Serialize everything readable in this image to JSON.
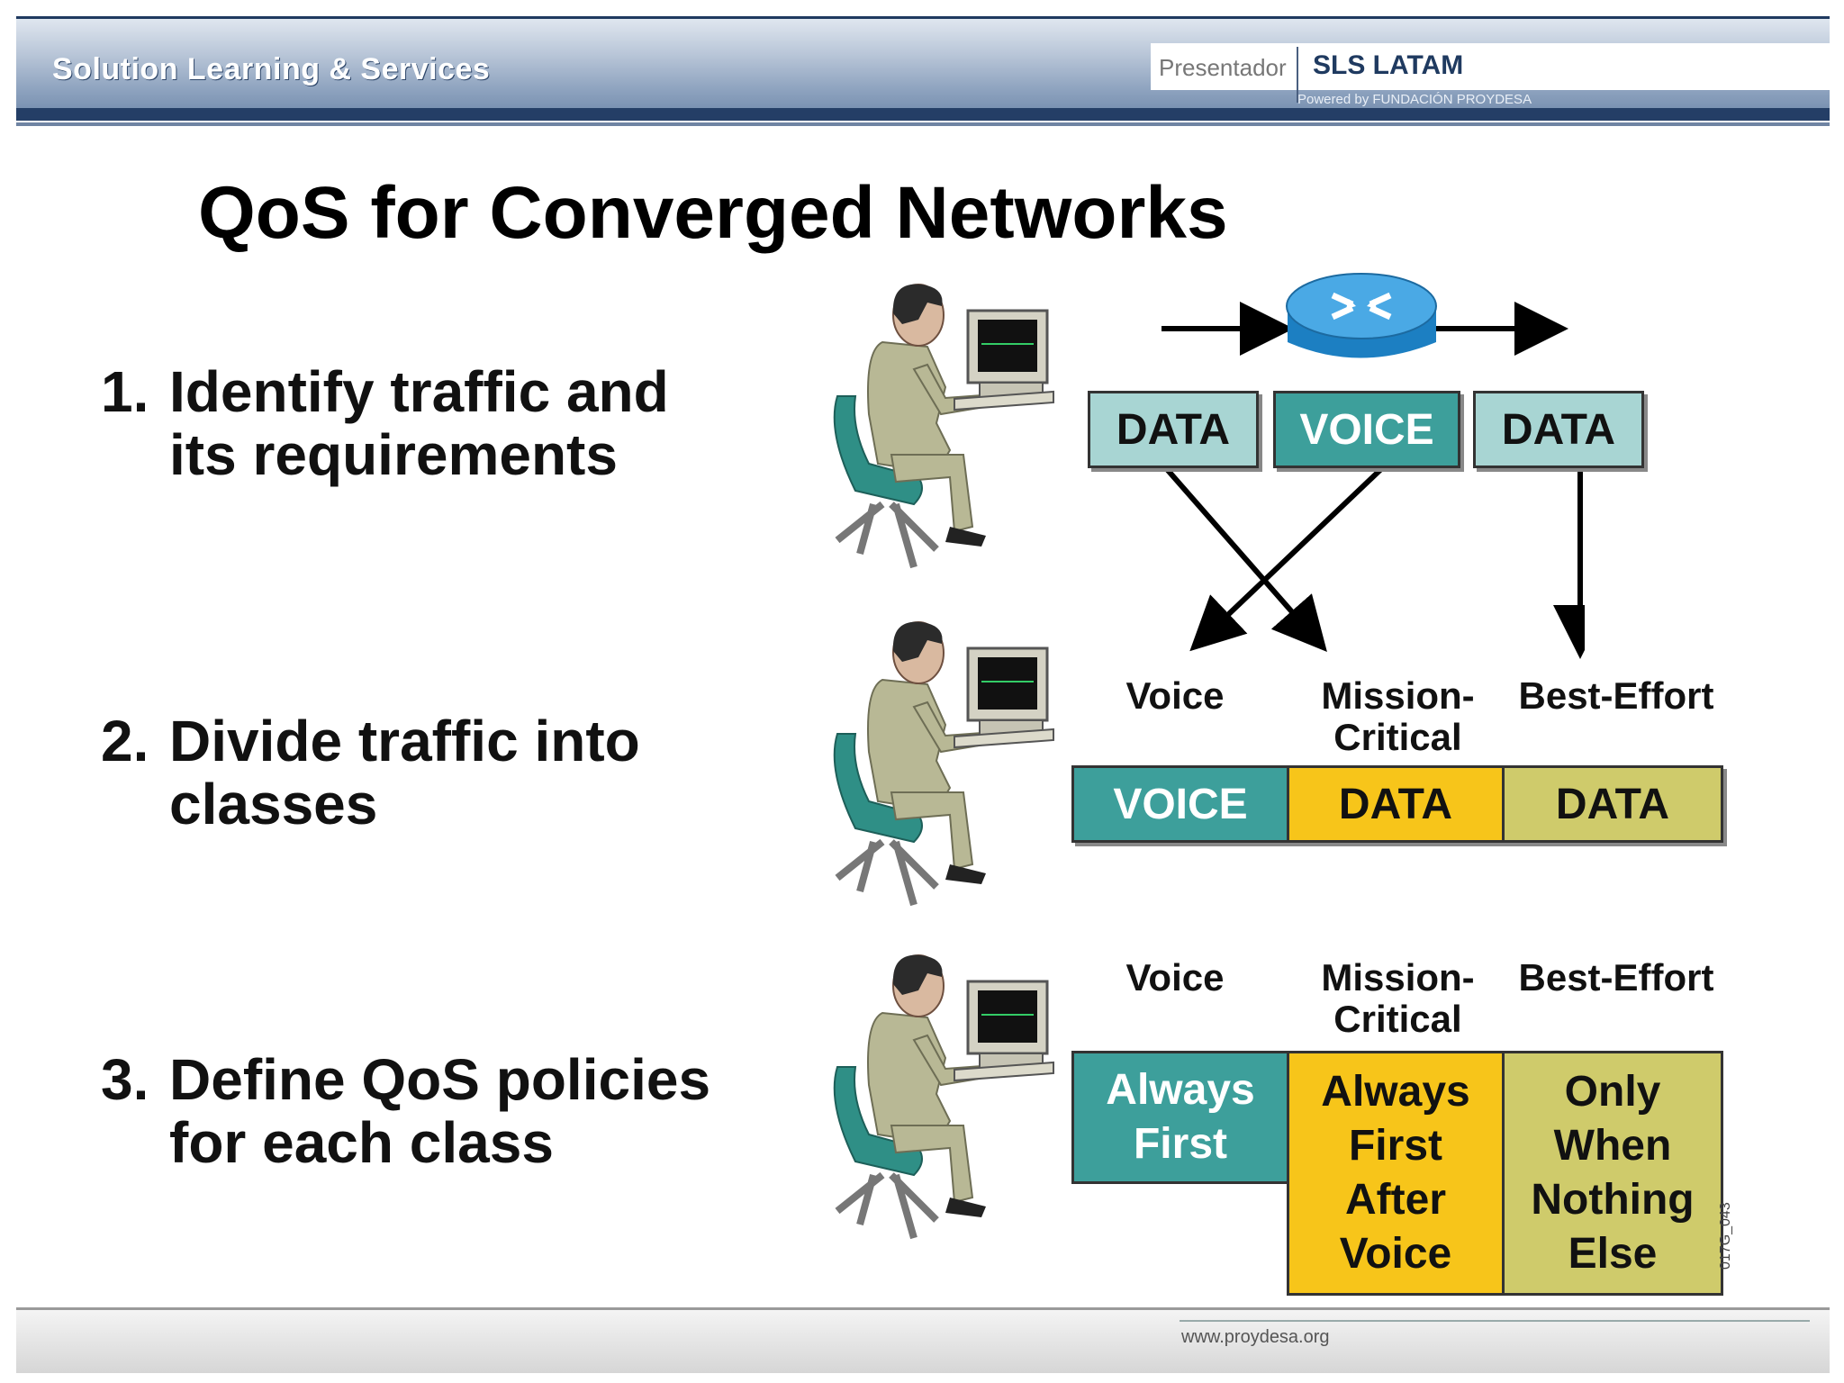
{
  "header": {
    "org_name": "Solution Learning & Services",
    "presenter_label": "Presentador",
    "presenter_name": "SLS LATAM",
    "powered_by": "Powered by FUNDACIÓN PROYDESA"
  },
  "title": "QoS for Converged Networks",
  "steps": [
    {
      "number": "1.",
      "line1": "Identify traffic and",
      "line2": "its requirements"
    },
    {
      "number": "2.",
      "line1": "Divide traffic into",
      "line2": "classes"
    },
    {
      "number": "3.",
      "line1": "Define QoS policies",
      "line2": "for each class"
    }
  ],
  "traffic": [
    "DATA",
    "VOICE",
    "DATA"
  ],
  "class_labels": [
    {
      "line1": "Voice",
      "line2": ""
    },
    {
      "line1": "Mission-",
      "line2": "Critical"
    },
    {
      "line1": "Best-Effort",
      "line2": ""
    }
  ],
  "classes": [
    "VOICE",
    "DATA",
    "DATA"
  ],
  "policies": [
    [
      "Always",
      "First"
    ],
    [
      "Always",
      "First",
      "After",
      "Voice"
    ],
    [
      "Only",
      "When",
      "Nothing",
      "Else"
    ]
  ],
  "colors": {
    "voice": "#3d9f9b",
    "mission_critical": "#f7c51a",
    "best_effort": "#cfcb6b",
    "data_light": "#a8d5d3"
  },
  "icons": [
    "person-at-computer-icon",
    "router-icon"
  ],
  "figure_code": "017G_043",
  "footer_url": "www.proydesa.org"
}
